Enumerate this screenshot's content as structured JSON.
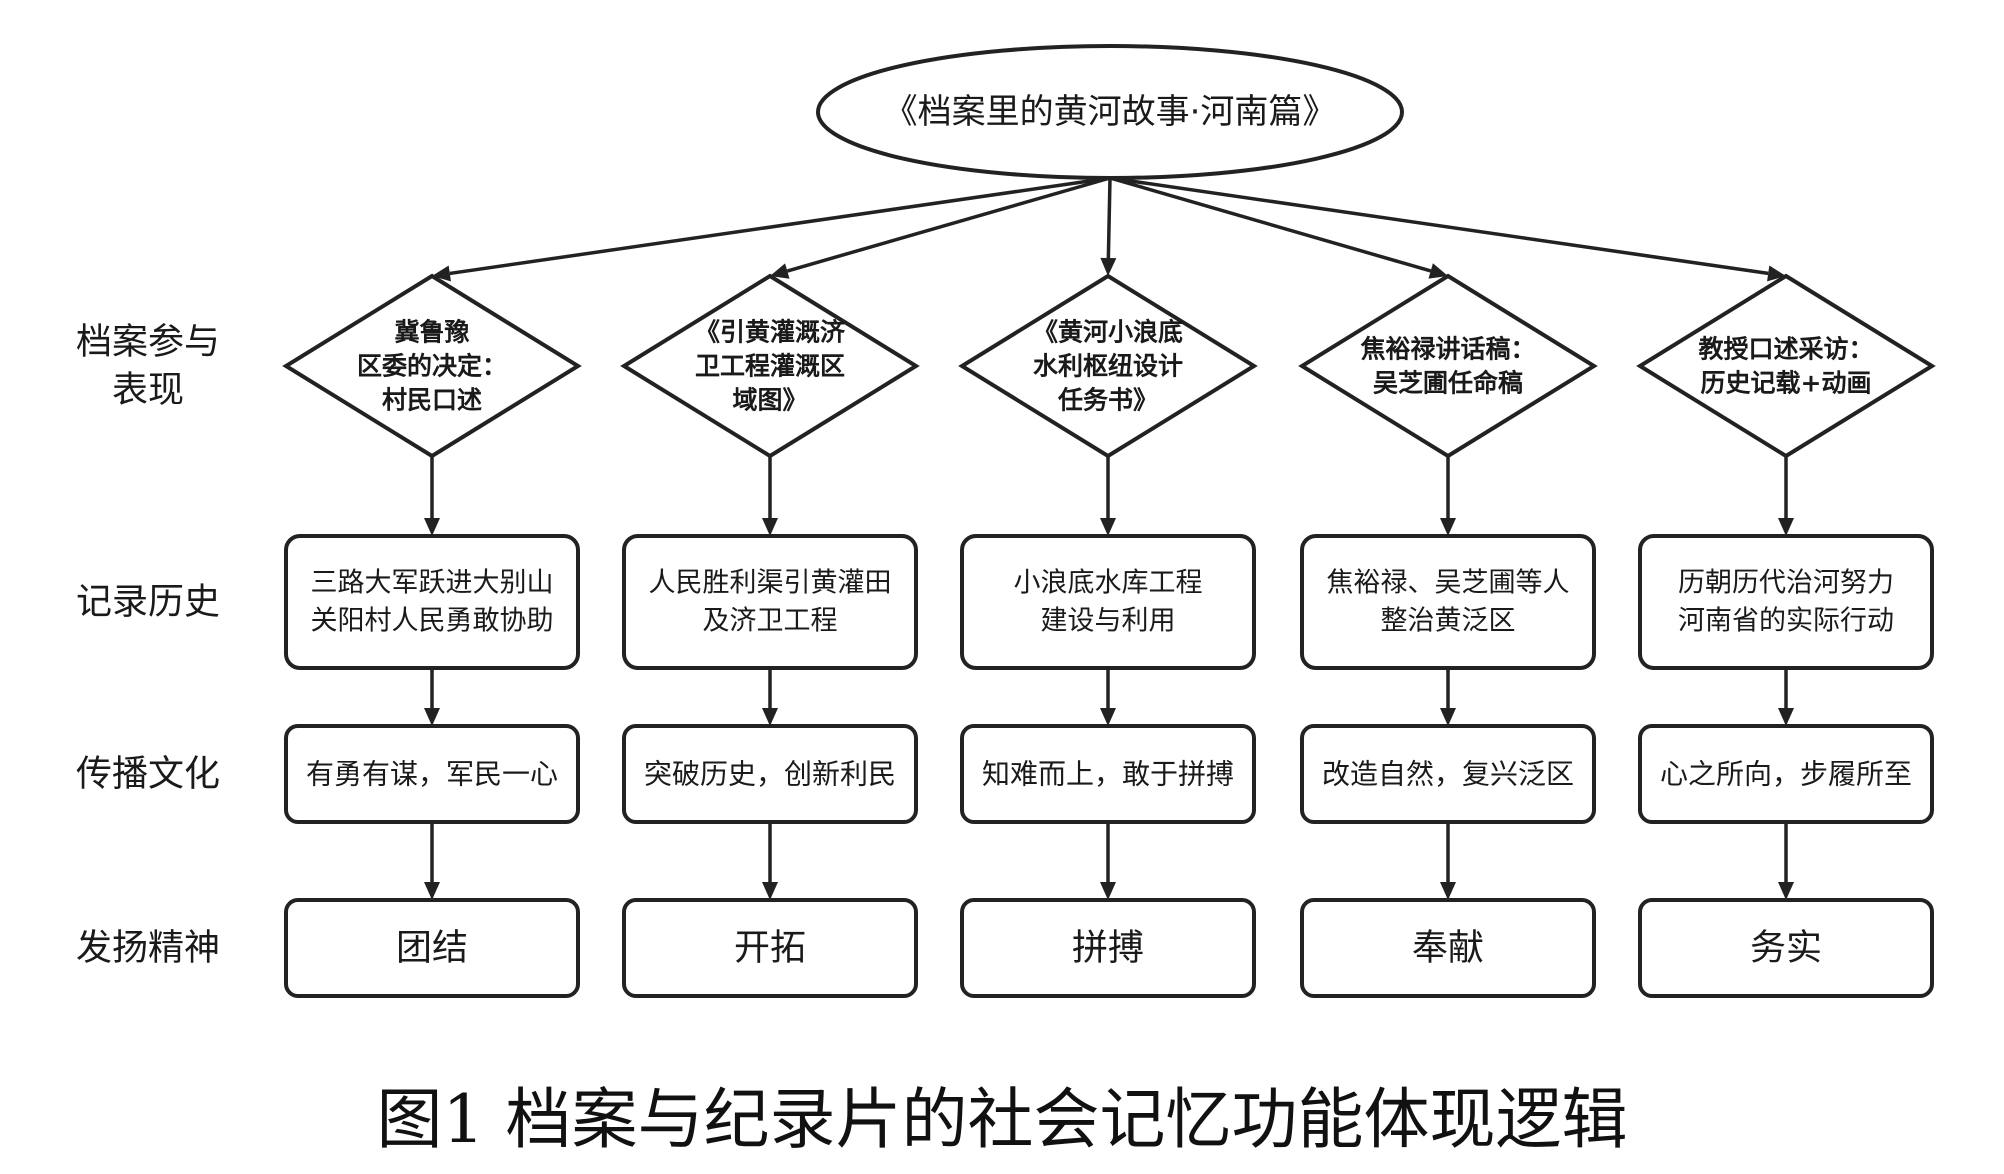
{
  "root": {
    "label": "《档案里的黄河故事·河南篇》"
  },
  "row_labels": [
    {
      "lines": [
        "档案参与",
        "表现"
      ]
    },
    {
      "lines": [
        "记录历史"
      ]
    },
    {
      "lines": [
        "传播文化"
      ]
    },
    {
      "lines": [
        "发扬精神"
      ]
    }
  ],
  "columns": [
    {
      "archive": [
        "冀鲁豫",
        "区委的决定：",
        "村民口述"
      ],
      "history": [
        "三路大军跃进大别山",
        "关阳村人民勇敢协助"
      ],
      "culture": "有勇有谋，军民一心",
      "spirit": "团结"
    },
    {
      "archive": [
        "《引黄灌溉济",
        "卫工程灌溉区",
        "域图》"
      ],
      "history": [
        "人民胜利渠引黄灌田",
        "及济卫工程"
      ],
      "culture": "突破历史，创新利民",
      "spirit": "开拓"
    },
    {
      "archive": [
        "《黄河小浪底",
        "水利枢纽设计",
        "任务书》"
      ],
      "history": [
        "小浪底水库工程",
        "建设与利用"
      ],
      "culture": "知难而上，敢于拼搏",
      "spirit": "拼搏"
    },
    {
      "archive": [
        "焦裕禄讲话稿：",
        "吴芝圃任命稿"
      ],
      "history": [
        "焦裕禄、吴芝圃等人",
        "整治黄泛区"
      ],
      "culture": "改造自然，复兴泛区",
      "spirit": "奉献"
    },
    {
      "archive": [
        "教授口述采访：",
        "历史记载+动画"
      ],
      "history": [
        "历朝历代治河努力",
        "河南省的实际行动"
      ],
      "culture": "心之所向，步履所至",
      "spirit": "务实"
    }
  ],
  "caption": "图1 档案与纪录片的社会记忆功能体现逻辑"
}
